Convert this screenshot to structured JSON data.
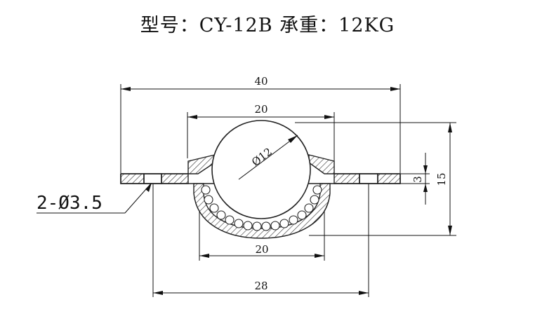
{
  "title": "型号：CY-12B 承重：12KG",
  "dimensions": {
    "overall_width": "40",
    "ball_width_top": "20",
    "ball_diameter": "Ø12",
    "flange_thickness": "3",
    "total_height": "15",
    "cup_width_bottom": "20",
    "hole_spacing": "28",
    "holes": "2-Ø3.5"
  }
}
